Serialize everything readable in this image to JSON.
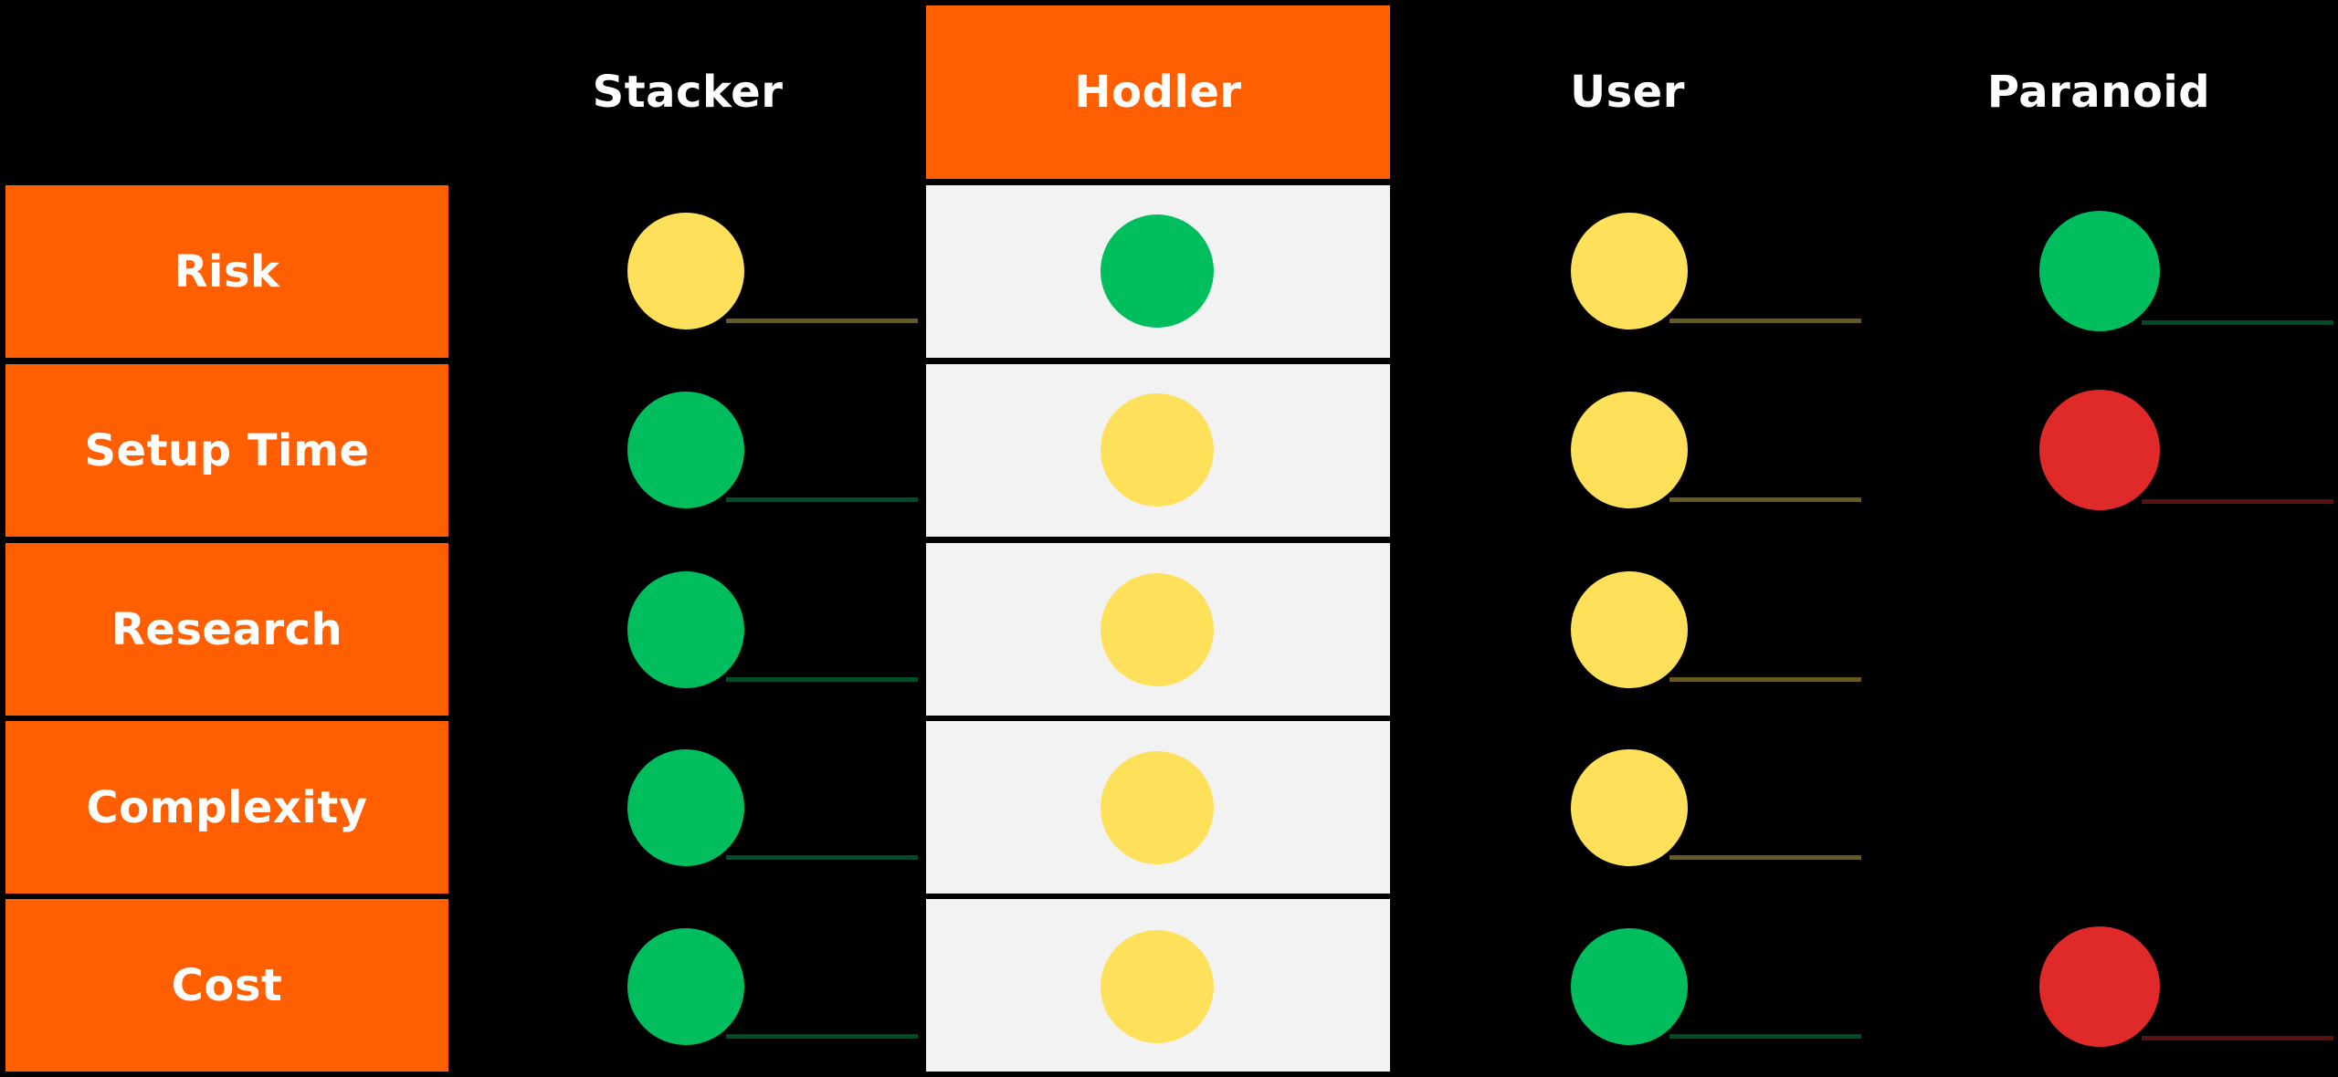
{
  "columns": [
    {
      "label": "Stacker",
      "highlighted": false
    },
    {
      "label": "Hodler",
      "highlighted": true
    },
    {
      "label": "User",
      "highlighted": false
    },
    {
      "label": "Paranoid",
      "highlighted": false
    }
  ],
  "rows": [
    {
      "label": "Risk",
      "ratings": [
        "yellow",
        "green",
        "yellow",
        "green"
      ]
    },
    {
      "label": "Setup Time",
      "ratings": [
        "green",
        "yellow",
        "yellow",
        "red"
      ]
    },
    {
      "label": "Research",
      "ratings": [
        "green",
        "yellow",
        "yellow",
        null
      ]
    },
    {
      "label": "Complexity",
      "ratings": [
        "green",
        "yellow",
        "yellow",
        null
      ]
    },
    {
      "label": "Cost",
      "ratings": [
        "green",
        "yellow",
        "green",
        "red"
      ]
    }
  ],
  "colors": {
    "accent": "#ff5f00",
    "highlight_cell": "#f2f2f2",
    "background": "#000000",
    "green": "#00bd5e",
    "yellow": "#ffe05a",
    "red": "#e02a2a"
  }
}
